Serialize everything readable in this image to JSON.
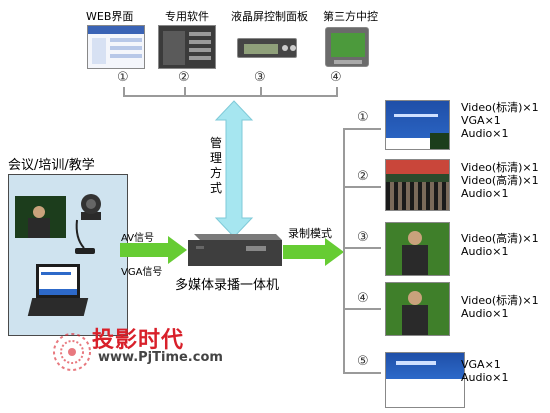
{
  "top": {
    "controls": [
      {
        "label": "WEB界面",
        "num": "①"
      },
      {
        "label": "专用软件",
        "num": "②"
      },
      {
        "label": "液晶屏控制面板",
        "num": "③"
      },
      {
        "label": "第三方中控",
        "num": "④"
      }
    ]
  },
  "mgmt": {
    "label": "管理方式"
  },
  "left": {
    "title": "会议/培训/教学"
  },
  "signals": {
    "av": "AV信号",
    "vga": "VGA信号"
  },
  "device": {
    "label": "多媒体录播一体机"
  },
  "mode": {
    "label": "录制模式"
  },
  "outputs": [
    {
      "num": "①",
      "text": "Video(标清)×1\nVGA×1\nAudio×1"
    },
    {
      "num": "②",
      "text": "Video(标清)×1\nVideo(高清)×1\nAudio×1"
    },
    {
      "num": "③",
      "text": "Video(高清)×1\nAudio×1"
    },
    {
      "num": "④",
      "text": "Video(标清)×1\nAudio×1"
    },
    {
      "num": "⑤",
      "text": "VGA×1\nAudio×1"
    }
  ],
  "watermark": {
    "brand": "投影时代",
    "url": "www.PjTime.com"
  },
  "colors": {
    "accent_green": "#66cc33",
    "accent_cyan": "#a6e6f0",
    "panel_blue": "#cfe3ef",
    "brand_red": "#d8202a"
  }
}
